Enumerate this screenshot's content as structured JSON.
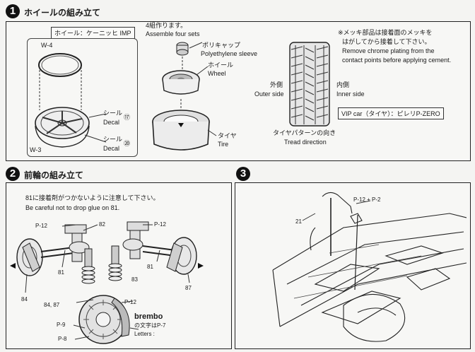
{
  "step1": {
    "number": "1",
    "title": "ホイールの組み立て",
    "wheel_box": "ホイール：ケーニッヒ IMP",
    "w4": "W-4",
    "w3": "W-3",
    "seal_jp_1": "シール",
    "decal_1": "Decal",
    "decal_1_num": "⑰",
    "seal_jp_2": "シール",
    "decal_2": "Decal",
    "decal_2_num": "⑳",
    "assemble_jp": "4組作ります。",
    "assemble_en": "Assemble four sets",
    "polycap_jp": "ポリキャップ",
    "polycap_en": "Polyethylene sleeve",
    "wheel_jp": "ホイール",
    "wheel_en": "Wheel",
    "tire_jp": "タイヤ",
    "tire_en": "Tire",
    "chrome_jp_1": "※メッキ部品は接着面のメッキを",
    "chrome_jp_2": "はがしてから接着して下さい。",
    "chrome_en_1": "Remove chrome plating from the",
    "chrome_en_2": "contact points before applying cement.",
    "outer_jp": "外側",
    "outer_en": "Outer side",
    "inner_jp": "内側",
    "inner_en": "Inner side",
    "vip_box": "VIP car（タイヤ）：ピレリP-ZERO",
    "tread_jp": "タイヤパターンの向き",
    "tread_en": "Tread direction"
  },
  "step2": {
    "number": "2",
    "title": "前輪の組み立て",
    "glue_jp": "81に接着剤がつかないように注意して下さい。",
    "glue_en": "Be careful not to drop glue on 81.",
    "p12_a": "P-12",
    "p12_b": "P-12",
    "p12_c": "P-12",
    "p9": "P-9",
    "p8": "P-8",
    "part_82": "82",
    "part_81a": "81",
    "part_81b": "81",
    "part_83": "83",
    "part_84": "84",
    "part_87": "87",
    "part_84_87": "84, 87",
    "brembo": "brembo",
    "brembo_jp": "の文字はP-7",
    "letters": "Letters :"
  },
  "step3": {
    "number": "3",
    "part_21": "21",
    "parts_label": "P-12 + P-2"
  }
}
